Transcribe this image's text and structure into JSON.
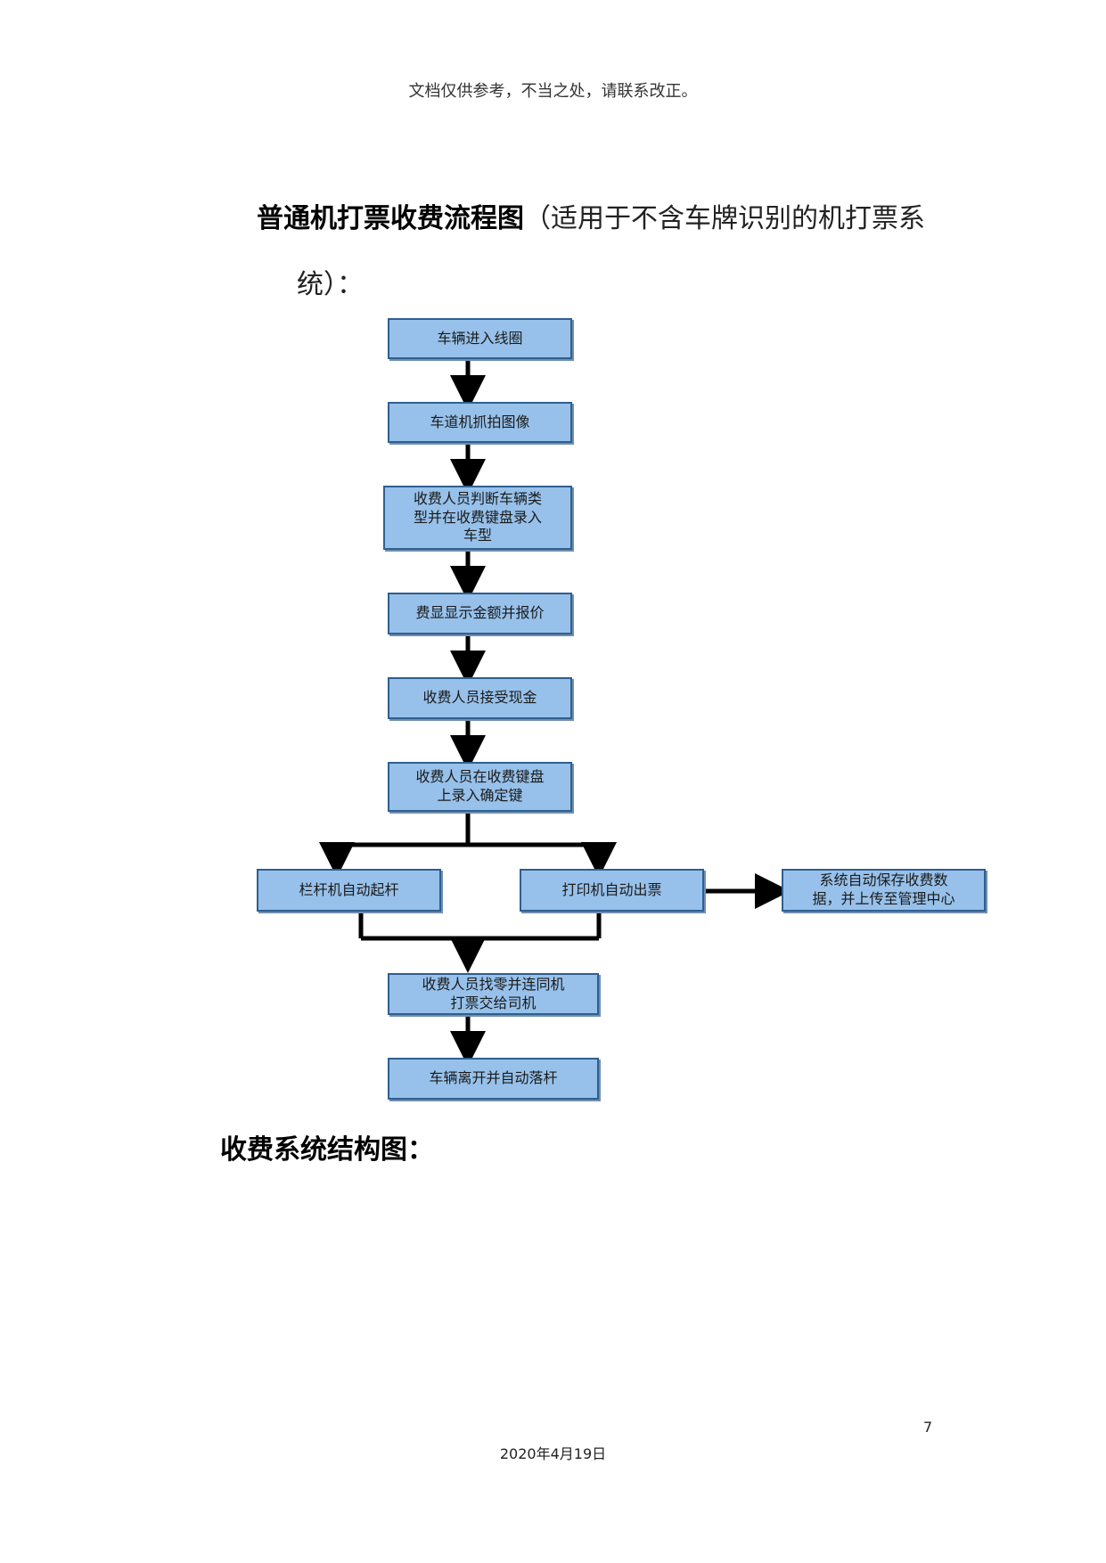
{
  "header_note": "文档仅供参考，不当之处，请联系改正。",
  "heading": {
    "bold": "普通机打票收费流程图",
    "rest": "（适用于不含车牌识别的机打票系",
    "continuation": "统）："
  },
  "flowchart": {
    "steps": {
      "s1": "车辆进入线圈",
      "s2": "车道机抓拍图像",
      "s3": "收费人员判断车辆类\n型并在收费键盘录入\n车型",
      "s4": "费显显示金额并报价",
      "s5": "收费人员接受现金",
      "s6": "收费人员在收费键盘\n上录入确定键",
      "s7a": "栏杆机自动起杆",
      "s7b": "打印机自动出票",
      "s7c": "系统自动保存收费数\n据，并上传至管理中心",
      "s8": "收费人员找零并连同机\n打票交给司机",
      "s9": "车辆离开并自动落杆"
    }
  },
  "section_title": "收费系统结构图：",
  "page_number": "7",
  "footer_date": "2020年4月19日"
}
